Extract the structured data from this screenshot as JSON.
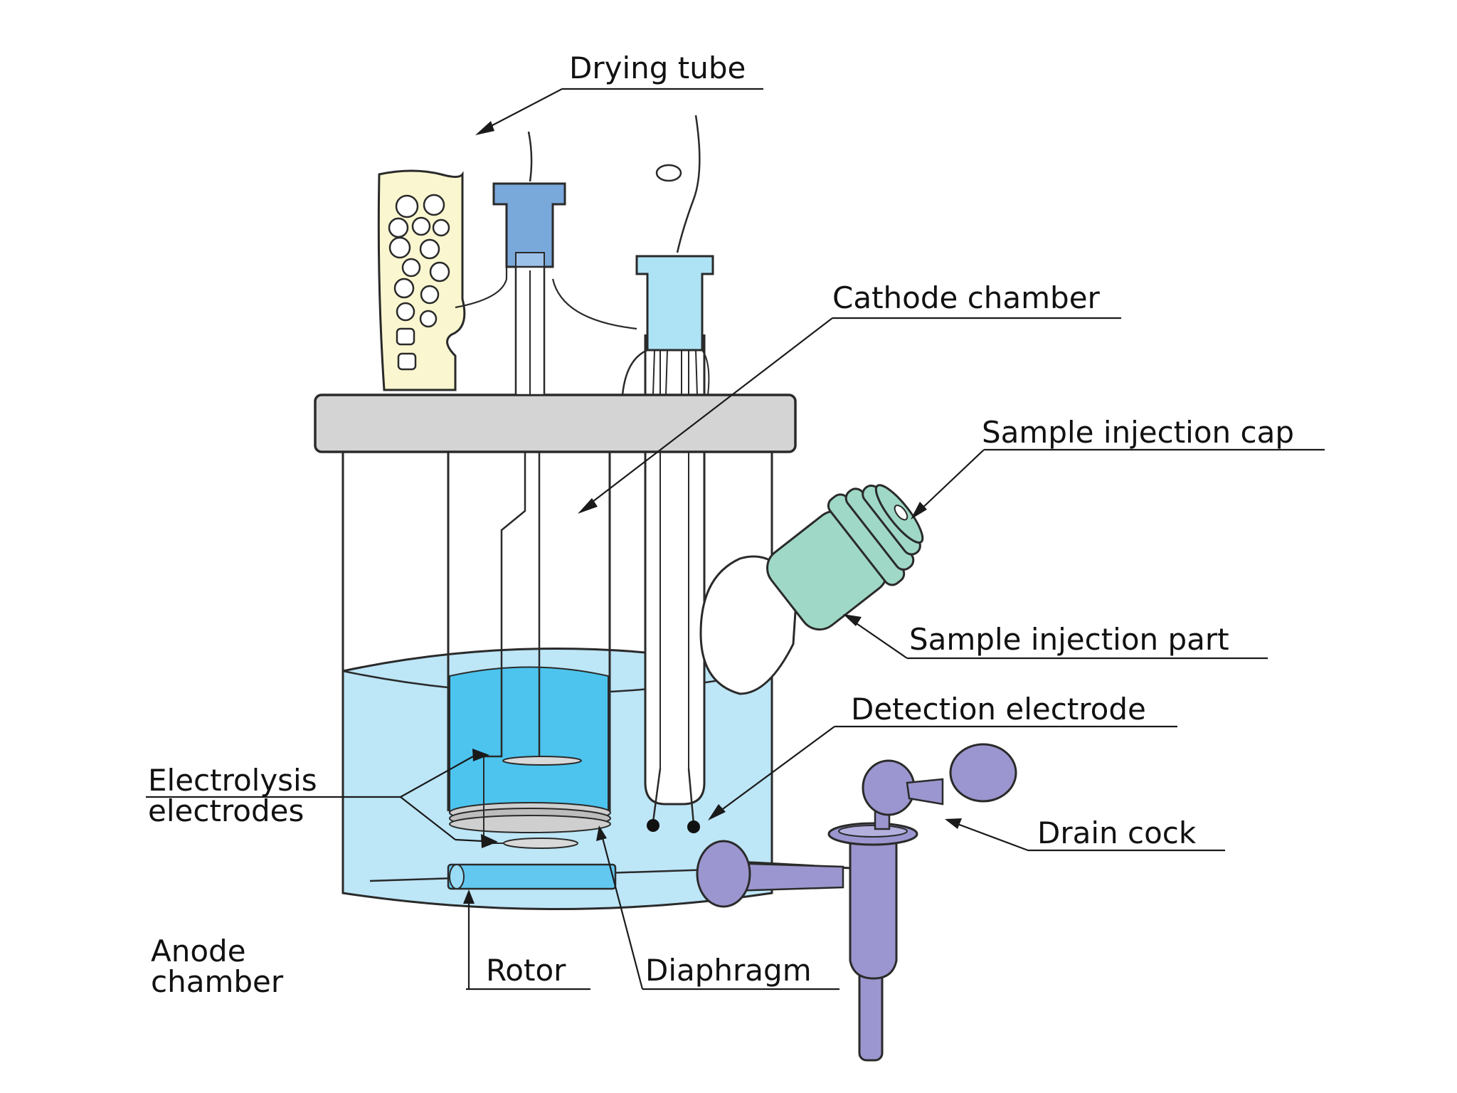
{
  "labels": {
    "drying_tube": "Drying tube",
    "cathode_chamber": "Cathode chamber",
    "sample_injection_cap": "Sample injection cap",
    "sample_injection_part": "Sample injection part",
    "detection_electrode": "Detection electrode",
    "electrolysis_electrodes_line1": "Electrolysis",
    "electrolysis_electrodes_line2": "electrodes",
    "drain_cock": "Drain cock",
    "anode_chamber_line1": "Anode",
    "anode_chamber_line2": "chamber",
    "rotor": "Rotor",
    "diaphragm": "Diaphragm"
  },
  "colors": {
    "outer_solution": "#bde6f7",
    "inner_solution": "#4cc4ee",
    "lid": "#d4d4d4",
    "drying_tube": "#faf6cf",
    "electrode_cap": "#79a8db",
    "detector_cap": "#aee3f5",
    "injection_cap": "#9fd8c6",
    "drain_cock": "#9b96cf"
  }
}
